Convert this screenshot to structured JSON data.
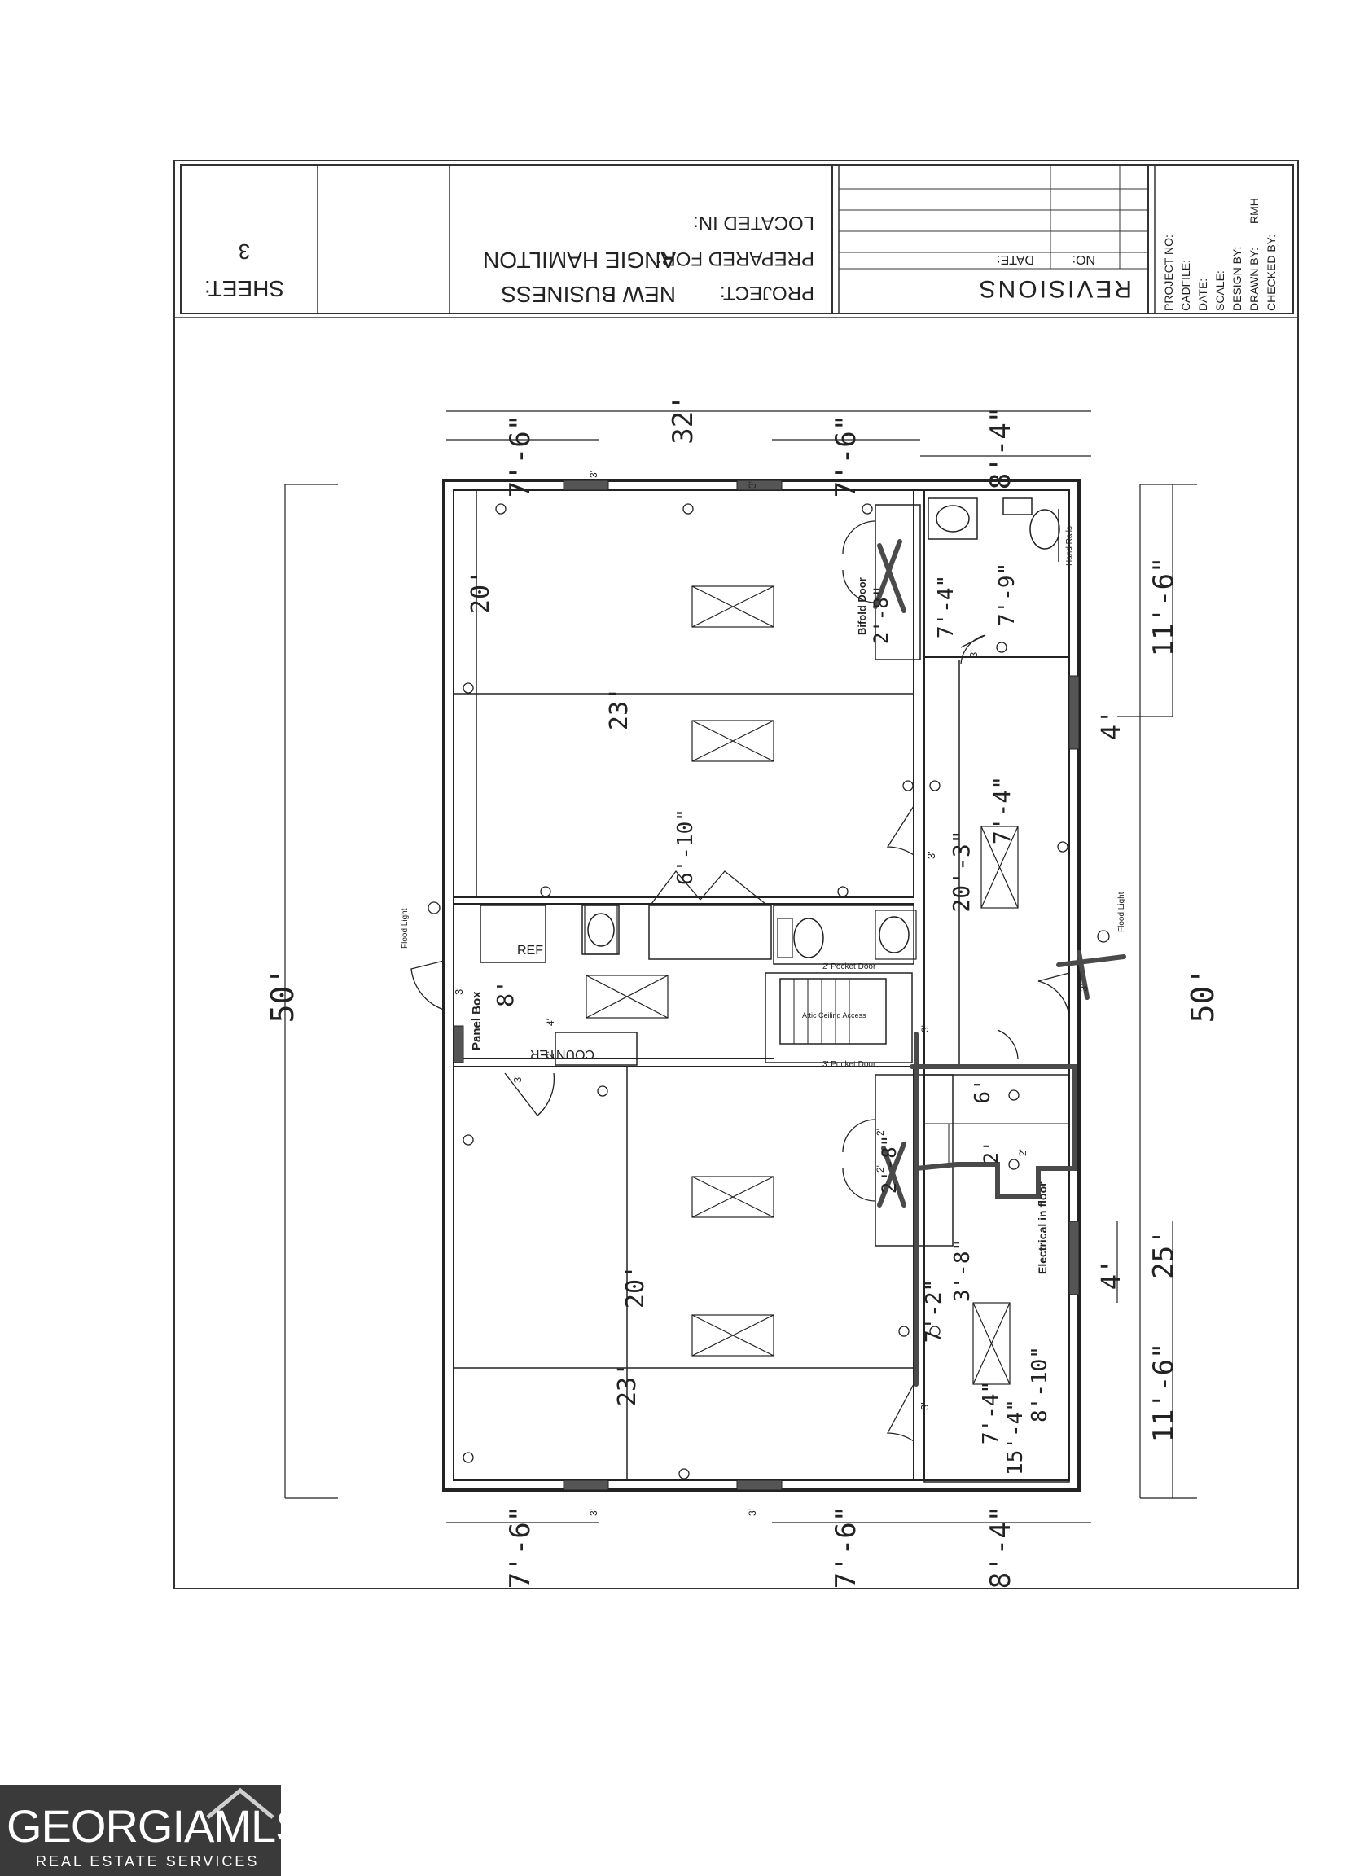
{
  "title_block": {
    "sheet_label": "SHEET:",
    "sheet_number": "3",
    "project_label": "PROJECT:",
    "project_value": "NEW BUSINESS",
    "prepared_label": "PREPARED FOR:",
    "prepared_value": "ANGIE HAMILTON",
    "located_label": "LOCATED IN:",
    "revisions_label": "REVISIONS",
    "no_label": "NO:",
    "date_label": "DATE:",
    "info_fields": [
      "PROJECT NO:",
      "CADFILE:",
      "DATE:",
      "SCALE:",
      "DESIGN BY:",
      "DRAWN BY:",
      "CHECKED BY:"
    ],
    "drawn_by_value": "RMH"
  },
  "plan": {
    "dims_top": [
      "7'-6\"",
      "32'",
      "7'-6\"",
      "8'-4\""
    ],
    "dims_bottom": [
      "7'-6\"",
      "7'-6\"",
      "8'-4\""
    ],
    "dim_left": "50'",
    "dim_right": "50'",
    "dims_right_sub": [
      "11'-6\"",
      "4'",
      "25'",
      "4'",
      "11'-6\""
    ],
    "window_labels": [
      "3'",
      "3'",
      "3'",
      "3'"
    ],
    "room_dims": {
      "top_office_w": "20'",
      "top_office_l": "23'",
      "bottom_office_w": "20'",
      "bottom_office_l": "23'",
      "hall_top": "7'-4\"",
      "hall_center": "20'-3\"",
      "bath_top_a": "7'-4\"",
      "bath_top_b": "7'-9\"",
      "closet_top": "2'-8\"",
      "center_closet": "6'-10\"",
      "kitchen": "8'",
      "mech_a": "6'",
      "mech_b": "2'",
      "closet_bottom": "2'-8\"",
      "hall_bottom_a": "3'-8\"",
      "hall_bottom_b": "7'-2\"",
      "hall_bottom_c": "8'-10\"",
      "hall_bottom_d": "7'-4\"",
      "hall_bottom_e": "15'-4\""
    },
    "door_labels": [
      "3'",
      "3'",
      "3'",
      "3'",
      "3'",
      "3'",
      "2'",
      "2'",
      "2'",
      "4'",
      "2'",
      "3'"
    ],
    "labels": {
      "ref": "REF",
      "counter": "COUNTER",
      "panel_box": "Panel Box",
      "bifold": "Bifold Door",
      "pocket_door_a": "2' Pocket Door",
      "pocket_door_b": "3' Pocket Door",
      "attic": "Attic Ceiling Access",
      "hand_rails": "Hand Rails",
      "flood_light_left": "Flood Light",
      "flood_light_right": "Flood Light",
      "electrical": "Electrical in floor"
    }
  },
  "logo": {
    "main": "GEORGIAMLS",
    "sub": "REAL ESTATE SERVICES"
  }
}
